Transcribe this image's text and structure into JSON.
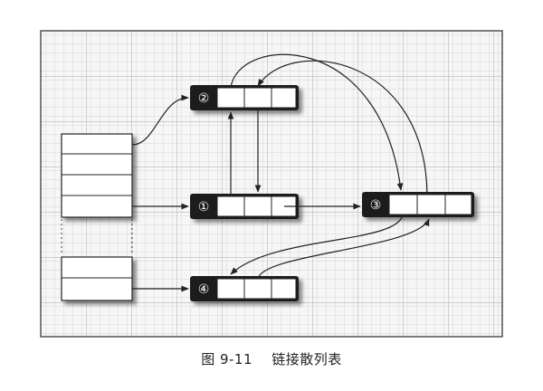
{
  "figure": {
    "caption_number": "图 9-11",
    "caption_title": "链接散列表"
  },
  "nodes": [
    {
      "id": "node-2",
      "label": "②"
    },
    {
      "id": "node-1",
      "label": "①"
    },
    {
      "id": "node-3",
      "label": "③"
    },
    {
      "id": "node-4",
      "label": "④"
    }
  ],
  "colors": {
    "grid_line": "#c8c8c8",
    "grid_major": "#9a9a9a",
    "panel_bg": "#f4f4f4",
    "panel_border": "#333333",
    "node_fill": "#1e1e1e",
    "cell_fill": "#ffffff",
    "stroke": "#222222"
  }
}
